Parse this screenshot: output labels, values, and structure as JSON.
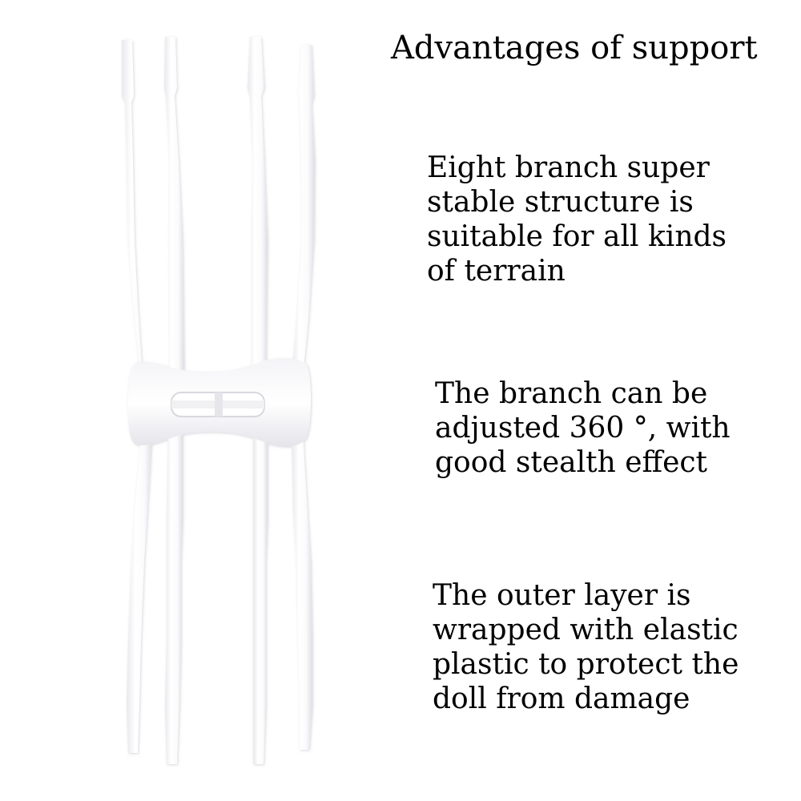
{
  "heading": "Advantages of support",
  "features": [
    {
      "text": "Eight branch super\nstable structure is\nsuitable for all kinds\nof terrain"
    },
    {
      "text": "The branch can be\nadjusted 360 °, with\ngood stealth effect"
    },
    {
      "text": "The outer layer is\nwrapped with elastic\nplastic to protect the\ndoll from damage"
    }
  ],
  "colors": {
    "background": "#ffffff",
    "text": "#000000",
    "product": "#ffffff",
    "product_shadow": "#e6e6ea"
  }
}
